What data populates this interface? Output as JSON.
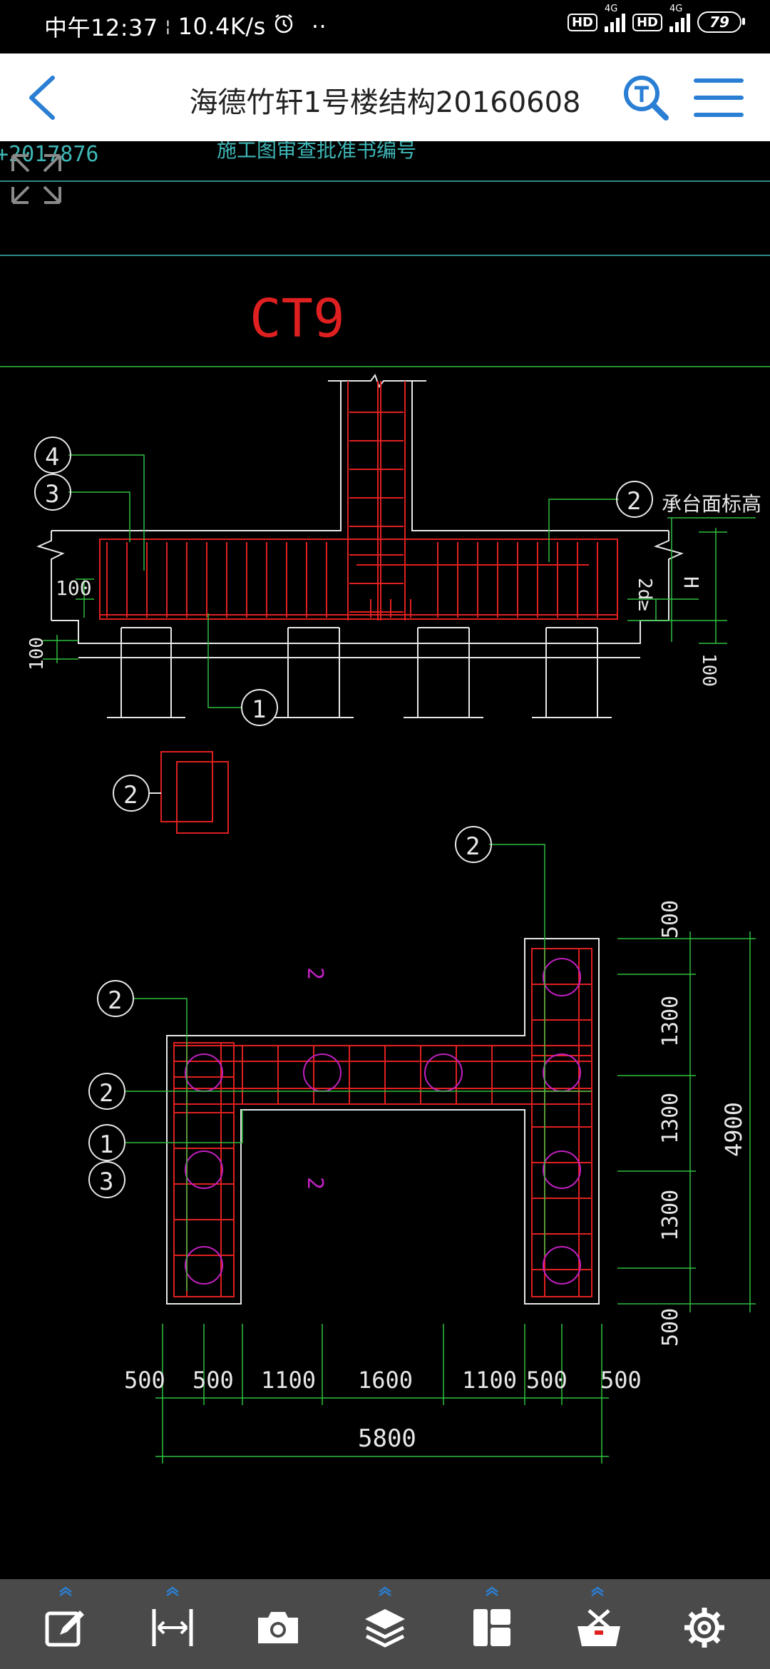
{
  "status_bar": {
    "time": "中午12:37",
    "speed": "10.4K/s",
    "alarm_icon": "alarm-icon",
    "dots": "··",
    "hd1": "HD",
    "net1": "4G",
    "hd2": "HD",
    "net2": "4G",
    "battery": "79"
  },
  "header": {
    "title": "海德竹轩1号楼结构20160608",
    "back_icon": "back-chevron-icon",
    "search_icon": "text-search-icon",
    "menu_icon": "hamburger-menu-icon"
  },
  "drawing": {
    "top_left_fragment": "+2017876",
    "top_note": "施工图审查批准书编号",
    "label_ct9": "CT9",
    "label_cheng_tai": "承台面标高",
    "dim_100_a": "100",
    "dim_100_b": "100",
    "dim_100_c": "100",
    "dim_H": "H",
    "dim_d2": "2d≥",
    "callouts": {
      "c4": "4",
      "c3": "3",
      "c2_section": "2",
      "c1_section": "1",
      "c2_detail": "2",
      "c2_plan_top": "2",
      "c2_plan_a": "2",
      "c2_plan_b": "2",
      "c1_plan": "1",
      "c3_plan": "3"
    },
    "cut_mark_a": "2",
    "cut_mark_b": "2",
    "right_dims": [
      "500",
      "1300",
      "1300",
      "1300",
      "500"
    ],
    "right_total": "4900",
    "bottom_dims": [
      "500",
      "500",
      "1100",
      "1600",
      "1100",
      "500",
      "500"
    ],
    "bottom_total": "5800"
  },
  "toolbar": {
    "tools": [
      {
        "name": "edit-icon",
        "has_caret": true
      },
      {
        "name": "measure-icon",
        "has_caret": true
      },
      {
        "name": "camera-icon",
        "has_caret": false
      },
      {
        "name": "layers-icon",
        "has_caret": true
      },
      {
        "name": "layout-icon",
        "has_caret": true
      },
      {
        "name": "toolbox-icon",
        "has_caret": true
      },
      {
        "name": "settings-gear-icon",
        "has_caret": false
      }
    ]
  },
  "colors": {
    "cad_green": "#2fbf3f",
    "cad_red": "#e02020",
    "cad_white": "#e8e8e8",
    "cad_cyan": "#3fb7b7",
    "cad_magenta": "#c020c0",
    "accent_blue": "#2a7fd4"
  }
}
